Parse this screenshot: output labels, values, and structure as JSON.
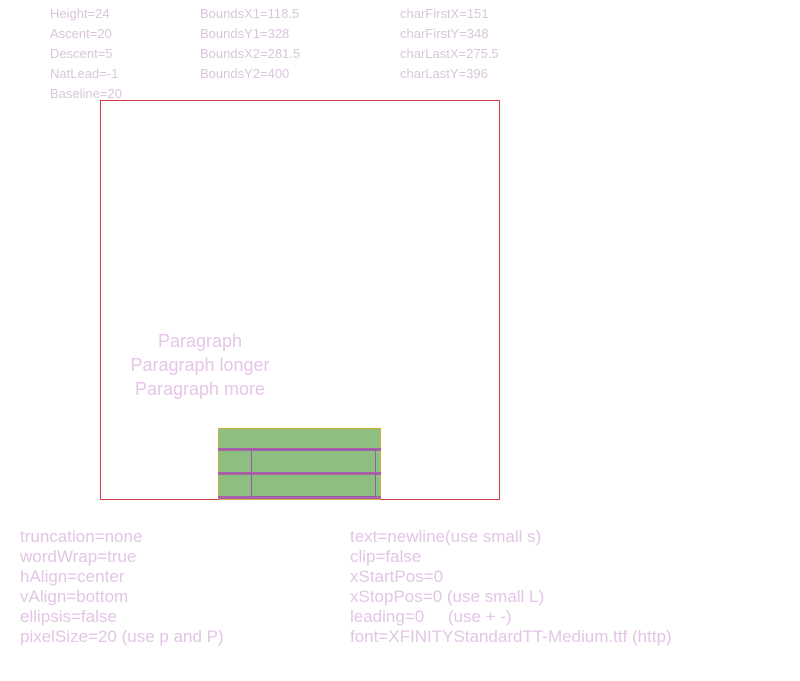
{
  "metrics": {
    "col1": [
      "Height=24",
      "Ascent=20",
      "Descent=5",
      "NatLead=-1",
      "Baseline=20"
    ],
    "col2": [
      "BoundsX1=118.5",
      "BoundsY1=328",
      "BoundsX2=281.5",
      "BoundsY2=400"
    ],
    "col3": [
      "charFirstX=151",
      "charFirstY=348",
      "charLastX=275.5",
      "charLastY=396"
    ]
  },
  "paragraph": {
    "lines": [
      "Paragraph",
      "Paragraph longer",
      "Paragraph more"
    ]
  },
  "properties": {
    "left": [
      "truncation=none",
      "wordWrap=true",
      "hAlign=center",
      "vAlign=bottom",
      "ellipsis=false",
      "pixelSize=20 (use p and P)"
    ],
    "right": [
      "text=newline(use small s)",
      "clip=false",
      "xStartPos=0",
      "xStopPos=0 (use small L)",
      "leading=0     (use + -)",
      "font=XFINITYStandardTT-Medium.ttf (http)"
    ]
  },
  "colors": {
    "frame_border": "#d23a4a",
    "highlight_fill": "#8dbf80",
    "highlight_lines": "#a860a8",
    "text_pink": "#e2c6e5"
  }
}
